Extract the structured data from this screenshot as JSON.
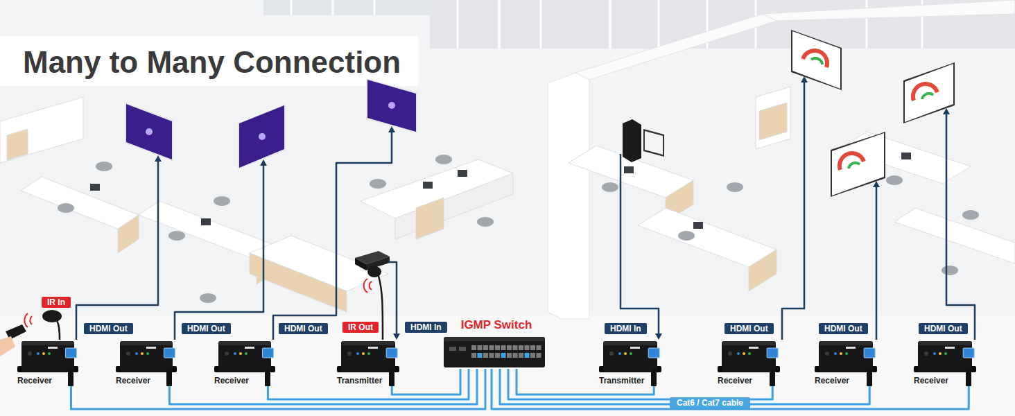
{
  "diagram": {
    "title": "Many to Many Connection",
    "nodes": [
      {
        "text": [
          "Receiver"
        ]
      },
      {
        "text": [
          "Receiver"
        ]
      },
      {
        "text": [
          "Receiver"
        ]
      },
      {
        "text": [
          "Transmitter"
        ]
      },
      {
        "text": [
          "IGMP Switch"
        ]
      },
      {
        "text": [
          "Transmitter"
        ]
      },
      {
        "text": [
          "Receiver"
        ]
      },
      {
        "text": [
          "Receiver"
        ]
      },
      {
        "text": [
          "Receiver"
        ]
      }
    ],
    "edges": [
      {
        "from": 0,
        "to": 4,
        "arrow": "none"
      },
      {
        "from": 1,
        "to": 4,
        "arrow": "none"
      },
      {
        "from": 2,
        "to": 4,
        "arrow": "none"
      },
      {
        "from": 3,
        "to": 4,
        "arrow": "none"
      },
      {
        "from": 5,
        "to": 4,
        "arrow": "none"
      },
      {
        "from": 6,
        "to": 4,
        "arrow": "none"
      },
      {
        "from": 7,
        "to": 4,
        "arrow": "none"
      },
      {
        "from": 8,
        "to": 4,
        "arrow": "none"
      }
    ],
    "labels": [
      "IR In",
      "HDMI Out",
      "HDMI Out",
      "HDMI Out",
      "IR Out",
      "HDMI In",
      "HDMI In",
      "HDMI Out",
      "HDMI Out",
      "HDMI Out",
      "Cat6 / Cat7 cable"
    ]
  }
}
